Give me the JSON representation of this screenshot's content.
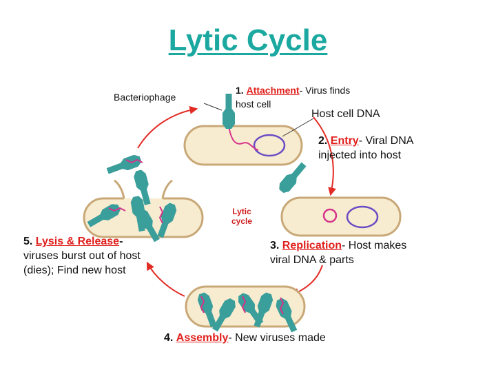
{
  "title": "Lytic Cycle",
  "center_label": {
    "line1": "Lytic",
    "line2": "cycle"
  },
  "labels": {
    "bacteriophage": "Bacteriophage",
    "host_cell_dna": "Host cell DNA"
  },
  "steps": [
    {
      "number": "1.",
      "keyword": "Attachment",
      "text": "- Virus finds",
      "text2": "host cell"
    },
    {
      "number": "2.",
      "keyword": "Entry",
      "text": "- Viral DNA",
      "text2": "injected into host"
    },
    {
      "number": "3.",
      "keyword": "Replication",
      "text": "- Host makes",
      "text2": "viral DNA & parts"
    },
    {
      "number": "4.",
      "keyword": "Assembly",
      "text": "- New viruses made"
    },
    {
      "number": "5.",
      "keyword": "Lysis & Release",
      "text": "-",
      "text2": "viruses burst out of host",
      "text3": "(dies); Find new host"
    }
  ],
  "colors": {
    "title": "#1aa8a0",
    "keyword": "#e0201c",
    "cell_fill": "#f7ecd0",
    "cell_stroke": "#c9a878",
    "phage": "#3a9e9a",
    "viral_dna": "#d6338a",
    "host_dna": "#6a4cc4",
    "arrow": "#e32b25"
  }
}
